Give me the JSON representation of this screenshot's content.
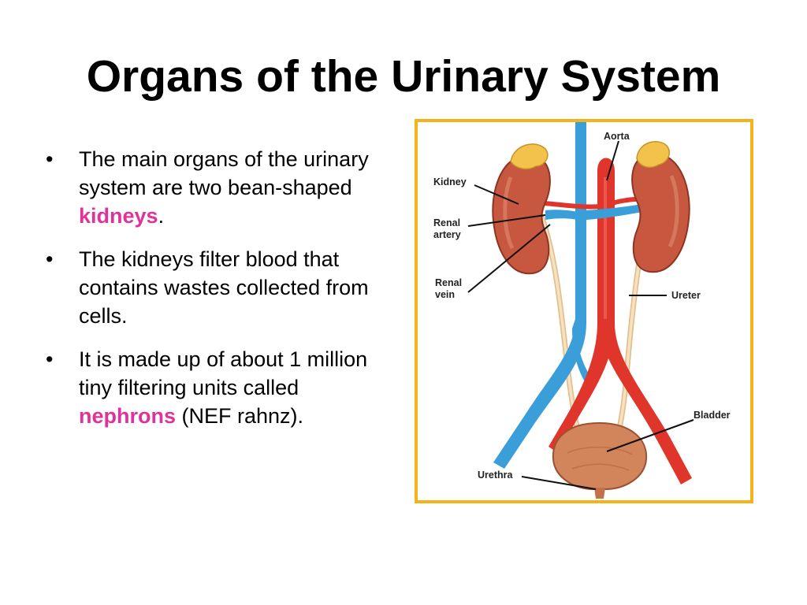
{
  "slide": {
    "title": "Organs of the Urinary System",
    "bullets": [
      {
        "before": "The main organs of the urinary system are two bean-shaped ",
        "highlight": "kidneys",
        "after": "."
      },
      {
        "before": "The kidneys filter blood that contains wastes collected from cells.",
        "highlight": "",
        "after": ""
      },
      {
        "before": "It is made up of about 1 million tiny filtering units called ",
        "highlight": "nephrons",
        "after": " (NEF rahnz)."
      }
    ],
    "bullet_glyph": "•"
  },
  "figure": {
    "labels": {
      "aorta": "Aorta",
      "kidney": "Kidney",
      "renal_artery_1": "Renal",
      "renal_artery_2": "artery",
      "renal_vein_1": "Renal",
      "renal_vein_2": "vein",
      "ureter": "Ureter",
      "bladder": "Bladder",
      "urethra": "Urethra"
    }
  },
  "colors": {
    "highlight": "#e0339a",
    "frame": "#f2b418",
    "kidney": "#c8573f",
    "artery": "#e0352b",
    "vein": "#3a9fd8",
    "ureter": "#efd3a6",
    "bladder": "#d2845a",
    "adrenal": "#f2c24a"
  }
}
